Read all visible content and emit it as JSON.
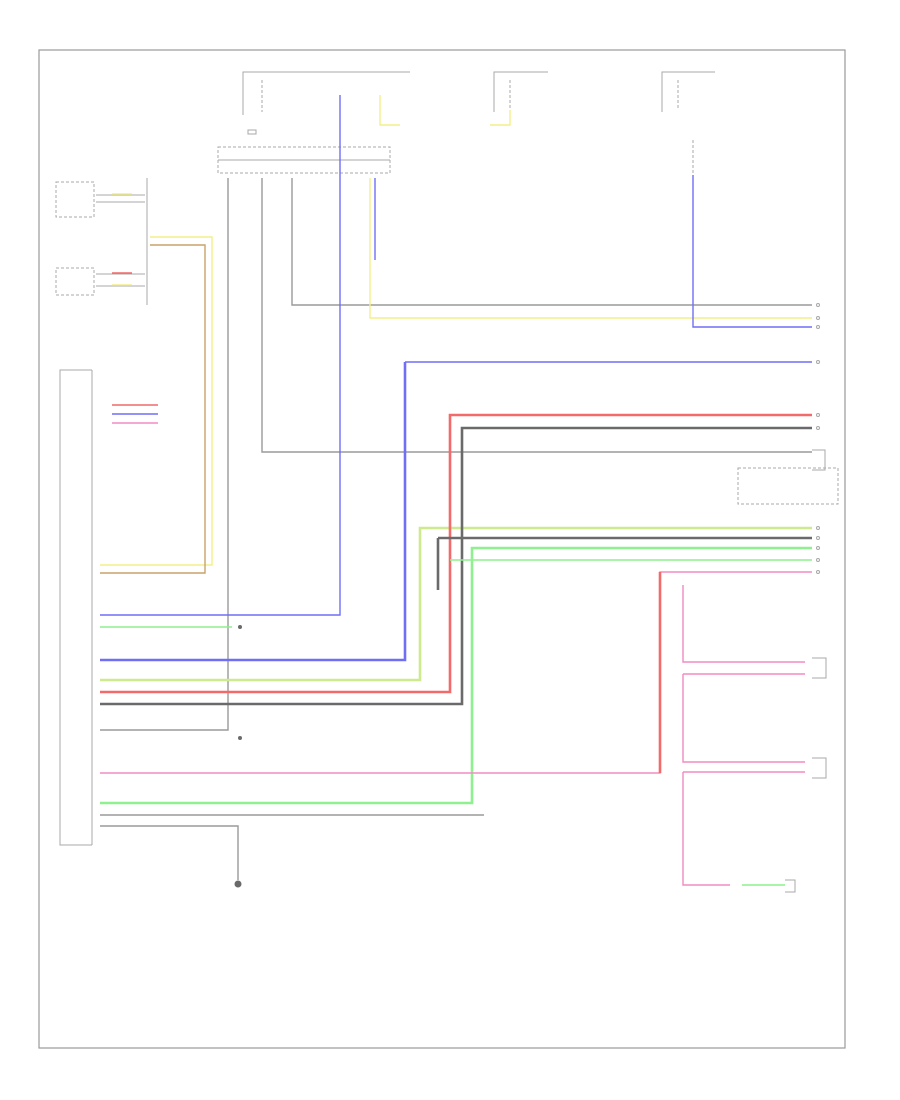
{
  "diagram": {
    "page_label": "",
    "components": [
      {
        "id": "airbag-sensor-assembly",
        "label": ""
      },
      {
        "id": "seat-position-sensor",
        "label": ""
      },
      {
        "id": "spiral-cable-assembly",
        "label": ""
      },
      {
        "id": "front-airbag-sensor-rh",
        "label": ""
      },
      {
        "id": "front-airbag-sensor-lh",
        "label": ""
      },
      {
        "id": "front-passenger-airbag-assembly",
        "label": ""
      },
      {
        "id": "curtain-shield-airbag-assembly-lh",
        "label": ""
      },
      {
        "id": "side-airbag-sensor-lh",
        "label": ""
      },
      {
        "id": "front-seat-outer-belt-assembly-lh",
        "label": ""
      },
      {
        "id": "front-seat-side-airbag-assembly-lh",
        "label": ""
      },
      {
        "id": "occupant-classification-ecu",
        "label": ""
      },
      {
        "id": "ground-point",
        "label": ""
      }
    ],
    "wire_colors": {
      "black": "#9a9a9a",
      "blue": "#6f6ff5",
      "yellow": "#f4ef8a",
      "red": "#f26a6a",
      "gray": "#6a6a6a",
      "green": "#8ef08e",
      "light_green": "#cdeb8e",
      "pink": "#f08cc4",
      "brown": "#c9a26a"
    }
  }
}
